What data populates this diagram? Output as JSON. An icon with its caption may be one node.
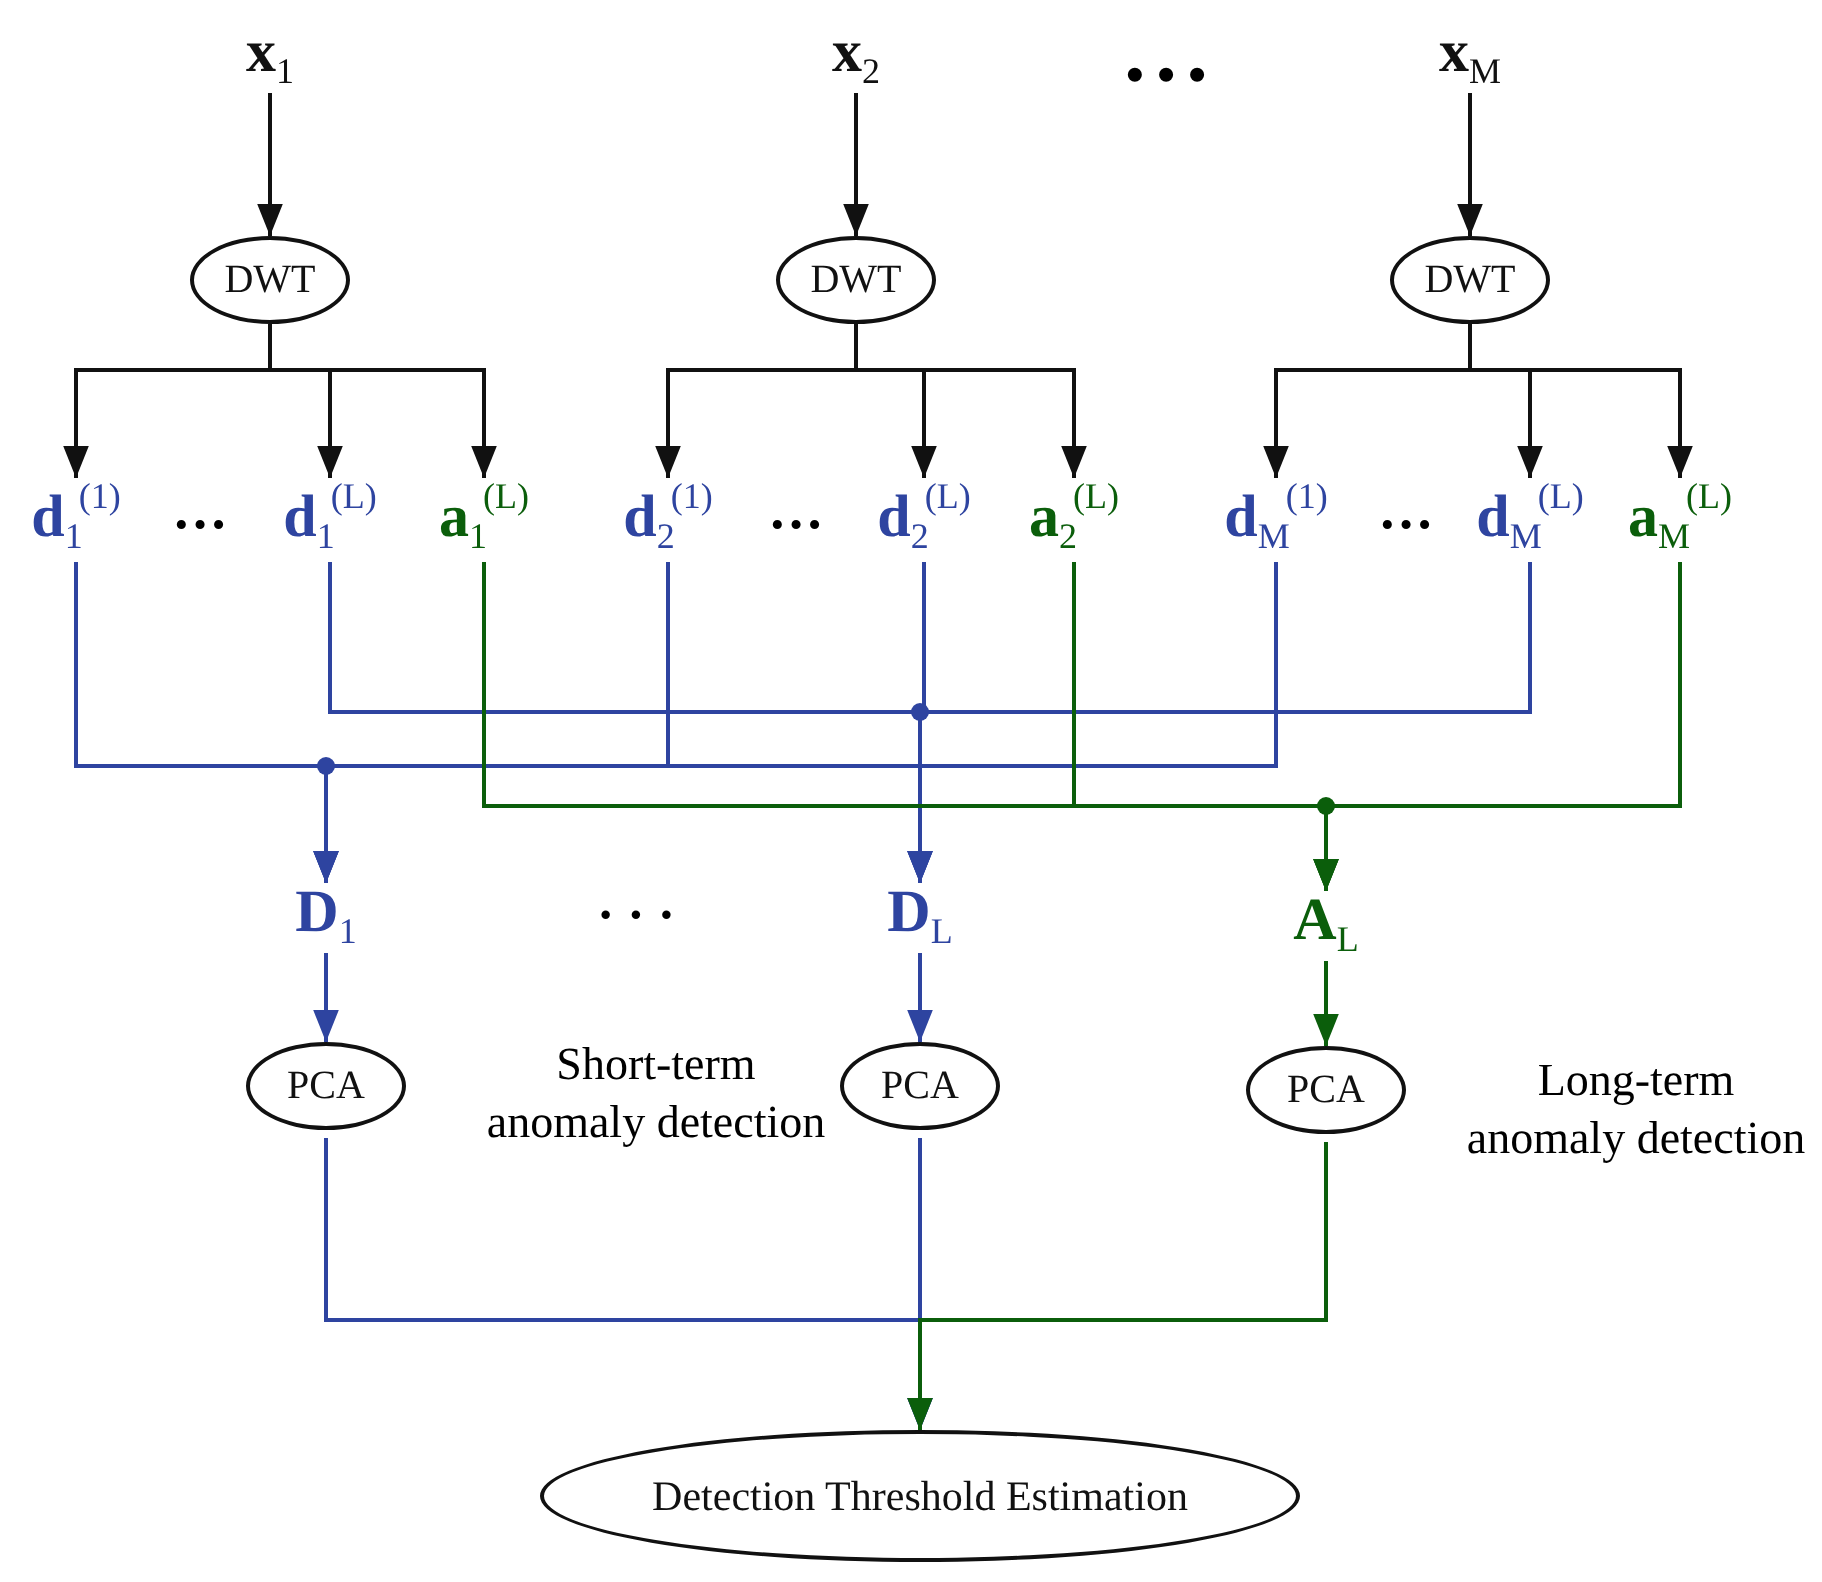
{
  "diagram": {
    "nodes": [
      {
        "text": [
          "**x**$_{1}$"
        ]
      },
      {
        "text": [
          "**x**$_{2}$"
        ]
      },
      {
        "text": [
          "**x**$_{M}$"
        ]
      },
      {
        "text": [
          "DWT"
        ]
      },
      {
        "text": [
          "DWT"
        ]
      },
      {
        "text": [
          "DWT"
        ]
      },
      {
        "text": [
          "**d**$_{1}$$^{(1)}$"
        ]
      },
      {
        "text": [
          "**d**$_{1}$$^{(L)}$"
        ]
      },
      {
        "text": [
          "**a**$_{1}$$^{(L)}$"
        ]
      },
      {
        "text": [
          "**d**$_{2}$$^{(1)}$"
        ]
      },
      {
        "text": [
          "**d**$_{2}$$^{(L)}$"
        ]
      },
      {
        "text": [
          "**a**$_{2}$$^{(L)}$"
        ]
      },
      {
        "text": [
          "**d**$_{M}$$^{(1)}$"
        ]
      },
      {
        "text": [
          "**d**$_{M}$$^{(L)}$"
        ]
      },
      {
        "text": [
          "**a**$_{M}$$^{(L)}$"
        ]
      },
      {
        "text": [
          "**D**$_{1}$"
        ]
      },
      {
        "text": [
          "**D**$_{L}$"
        ]
      },
      {
        "text": [
          "**A**$_{L}$"
        ]
      },
      {
        "text": [
          "PCA"
        ]
      },
      {
        "text": [
          "PCA"
        ]
      },
      {
        "text": [
          "PCA"
        ]
      },
      {
        "text": [
          "Detection Threshold Estimation"
        ]
      }
    ],
    "edges": [
      {
        "from": 0,
        "to": 3,
        "arrow": "to"
      },
      {
        "from": 1,
        "to": 4,
        "arrow": "to"
      },
      {
        "from": 2,
        "to": 5,
        "arrow": "to"
      },
      {
        "from": 3,
        "to": 6,
        "arrow": "to"
      },
      {
        "from": 3,
        "to": 7,
        "arrow": "to"
      },
      {
        "from": 3,
        "to": 8,
        "arrow": "to"
      },
      {
        "from": 4,
        "to": 9,
        "arrow": "to"
      },
      {
        "from": 4,
        "to": 10,
        "arrow": "to"
      },
      {
        "from": 4,
        "to": 11,
        "arrow": "to"
      },
      {
        "from": 5,
        "to": 12,
        "arrow": "to"
      },
      {
        "from": 5,
        "to": 13,
        "arrow": "to"
      },
      {
        "from": 5,
        "to": 14,
        "arrow": "to"
      },
      {
        "from": 6,
        "to": 15,
        "arrow": "to",
        "color": "#2e44a0"
      },
      {
        "from": 9,
        "to": 15,
        "arrow": "to",
        "color": "#2e44a0"
      },
      {
        "from": 12,
        "to": 15,
        "arrow": "to",
        "color": "#2e44a0"
      },
      {
        "from": 7,
        "to": 16,
        "arrow": "to",
        "color": "#2e44a0"
      },
      {
        "from": 10,
        "to": 16,
        "arrow": "to",
        "color": "#2e44a0"
      },
      {
        "from": 13,
        "to": 16,
        "arrow": "to",
        "color": "#2e44a0"
      },
      {
        "from": 8,
        "to": 17,
        "arrow": "to",
        "color": "#0b5e0b"
      },
      {
        "from": 11,
        "to": 17,
        "arrow": "to",
        "color": "#0b5e0b"
      },
      {
        "from": 14,
        "to": 17,
        "arrow": "to",
        "color": "#0b5e0b"
      },
      {
        "from": 15,
        "to": 18,
        "arrow": "to",
        "color": "#2e44a0"
      },
      {
        "from": 16,
        "to": 19,
        "arrow": "to",
        "color": "#2e44a0"
      },
      {
        "from": 17,
        "to": 20,
        "arrow": "to",
        "color": "#0b5e0b"
      },
      {
        "from": 18,
        "to": 21,
        "arrow": "to",
        "color": "#2e44a0"
      },
      {
        "from": 19,
        "to": 21,
        "arrow": "to",
        "color": "#2e44a0"
      },
      {
        "from": 20,
        "to": 21,
        "arrow": "to",
        "color": "#0b5e0b"
      }
    ],
    "labels": [
      "• • •",
      "···",
      "···",
      "···",
      "· · ·",
      "Short-term anomaly detection",
      "Long-term anomaly detection"
    ]
  }
}
